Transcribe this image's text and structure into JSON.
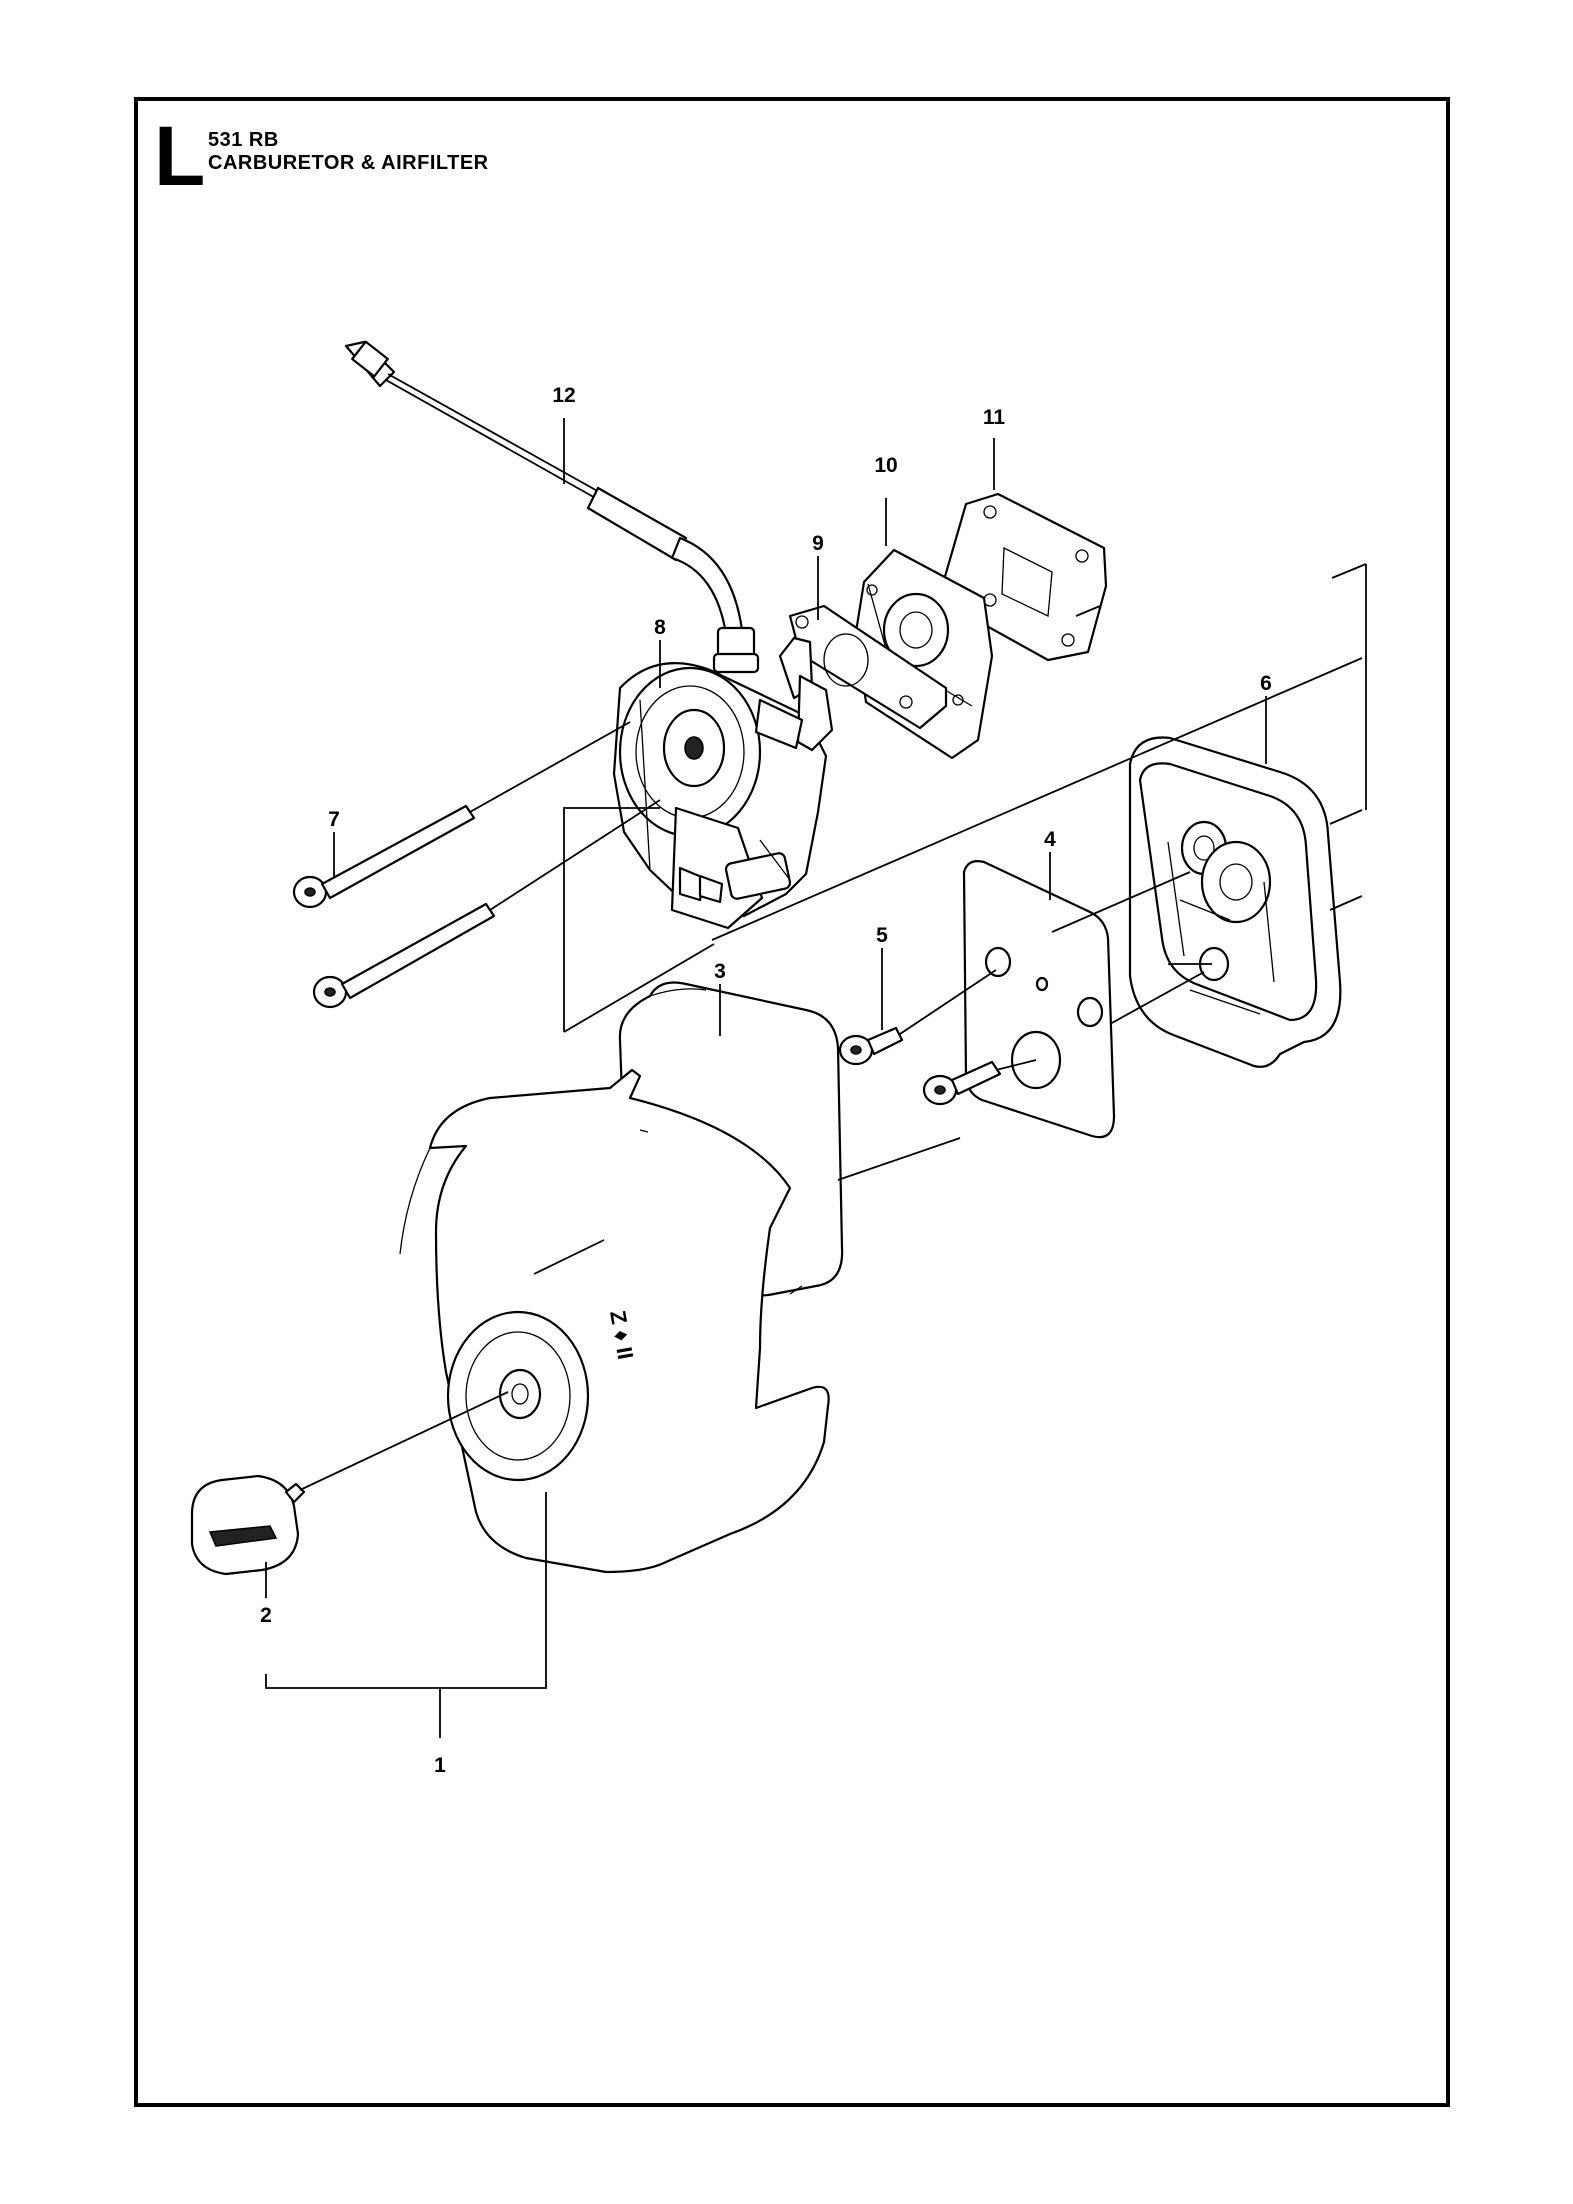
{
  "header": {
    "section_letter": "L",
    "model": "531 RB",
    "title": "CARBURETOR & AIRFILTER"
  },
  "callouts": {
    "c1": "1",
    "c2": "2",
    "c3": "3",
    "c4": "4",
    "c5": "5",
    "c6": "6",
    "c7": "7",
    "c8": "8",
    "c9": "9",
    "c10": "10",
    "c11": "11",
    "c12": "12"
  },
  "cover_marking": "Z ♦ II"
}
